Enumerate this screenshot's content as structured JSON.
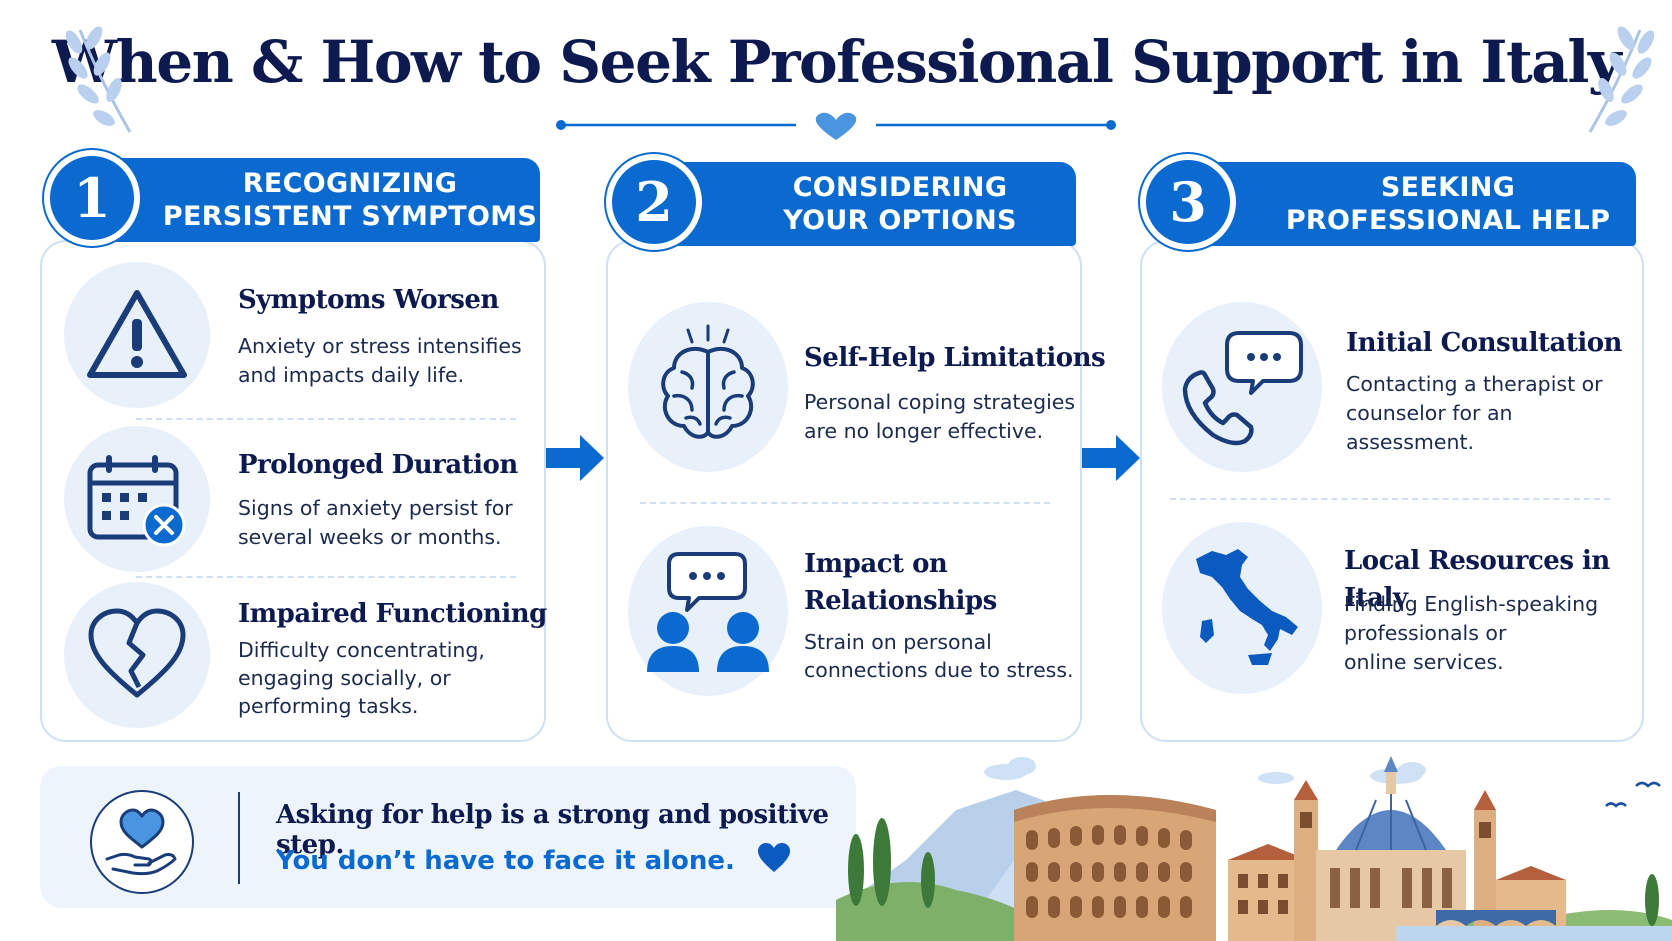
{
  "title": "When & How to Seek Professional Support in Italy",
  "colors": {
    "primary": "#0a6ad0",
    "navy": "#0d1a4f",
    "light": "#e8f0fa",
    "border": "#cfe0f5"
  },
  "steps": [
    {
      "number": "1",
      "header_line1": "RECOGNIZING",
      "header_line2": "PERSISTENT SYMPTOMS",
      "items": [
        {
          "icon": "warning-icon",
          "title": "Symptoms Worsen",
          "line1": "Anxiety or stress intensifies",
          "line2": "and impacts daily life."
        },
        {
          "icon": "calendar-x-icon",
          "title": "Prolonged Duration",
          "line1": "Signs of anxiety persist for",
          "line2": "several weeks or months."
        },
        {
          "icon": "broken-heart-icon",
          "title": "Impaired Functioning",
          "line1": "Difficulty concentrating,",
          "line2": "engaging socially, or",
          "line3": "performing tasks."
        }
      ]
    },
    {
      "number": "2",
      "header_line1": "CONSIDERING",
      "header_line2": "YOUR OPTIONS",
      "items": [
        {
          "icon": "brain-icon",
          "title": "Self-Help Limitations",
          "line1": "Personal coping strategies",
          "line2": "are no longer effective."
        },
        {
          "icon": "people-chat-icon",
          "title_line1": "Impact on",
          "title_line2": "Relationships",
          "line1": "Strain on personal",
          "line2": "connections due to stress."
        }
      ]
    },
    {
      "number": "3",
      "header_line1": "SEEKING",
      "header_line2": "PROFESSIONAL HELP",
      "items": [
        {
          "icon": "phone-chat-icon",
          "title": "Initial Consultation",
          "line1": "Contacting a therapist or",
          "line2": "counselor for an",
          "line3": "assessment."
        },
        {
          "icon": "italy-map-icon",
          "title": "Local Resources in Italy",
          "line1": "Finding English-speaking",
          "line2": "professionals or",
          "line3": "online services."
        }
      ]
    }
  ],
  "banner": {
    "icon": "heart-hand-icon",
    "line1": "Asking for help is a strong and positive step.",
    "line2": "You don’t have to face it alone."
  }
}
